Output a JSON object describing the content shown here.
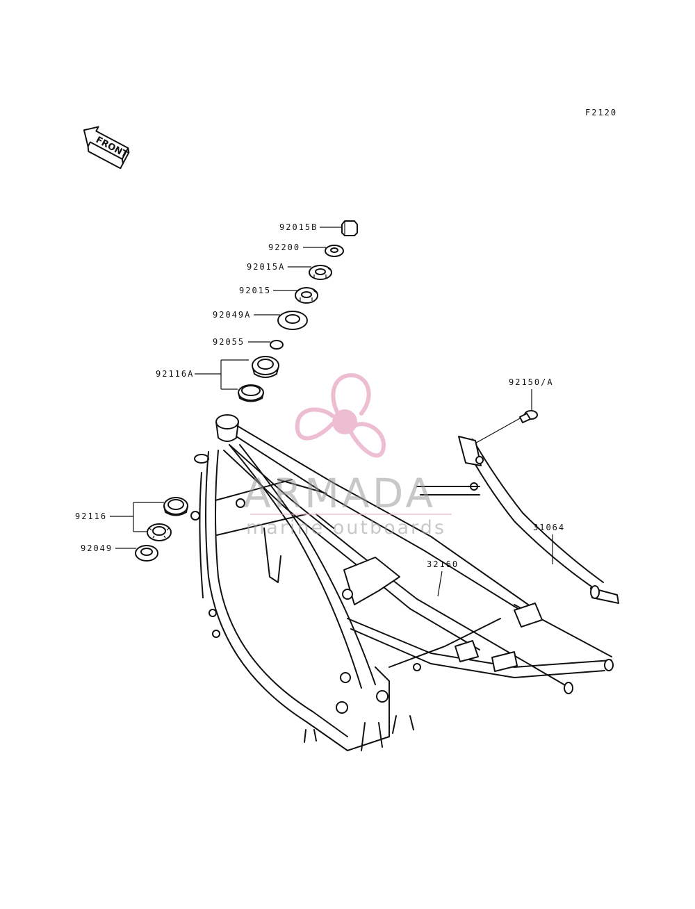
{
  "diagram": {
    "code": "F2120",
    "front_label": "FRONT",
    "parts": [
      {
        "id": "p1",
        "number": "92015B"
      },
      {
        "id": "p2",
        "number": "92200"
      },
      {
        "id": "p3",
        "number": "92015A"
      },
      {
        "id": "p4",
        "number": "92015"
      },
      {
        "id": "p5",
        "number": "92049A"
      },
      {
        "id": "p6",
        "number": "92055"
      },
      {
        "id": "p7",
        "number": "92116A"
      },
      {
        "id": "p8",
        "number": "92150/A"
      },
      {
        "id": "p9",
        "number": "92116"
      },
      {
        "id": "p10",
        "number": "92049"
      },
      {
        "id": "p11",
        "number": "31064"
      },
      {
        "id": "p12",
        "number": "32160"
      }
    ]
  },
  "watermark": {
    "brand": "ARMADA",
    "tagline": "marine outboards",
    "logo_color": "#e8a9c4",
    "text_color": "#9a9a9a"
  }
}
